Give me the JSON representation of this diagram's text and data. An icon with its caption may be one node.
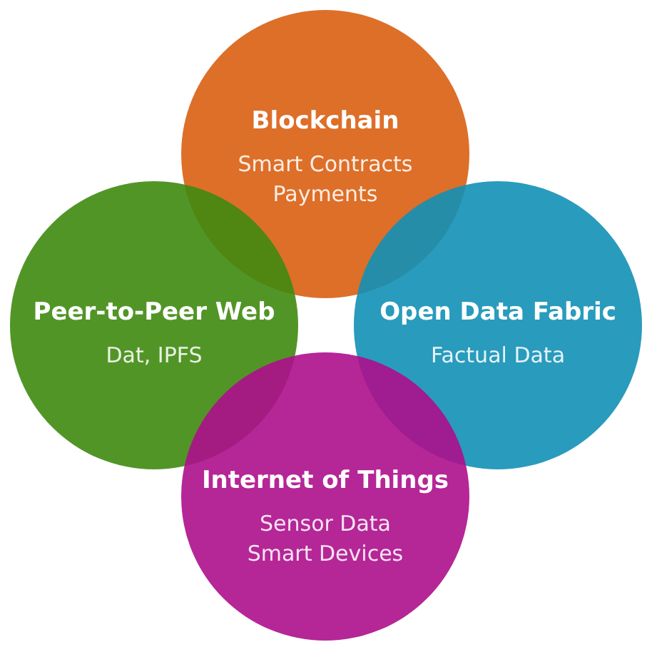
{
  "diagram": {
    "nodes": [
      {
        "text": [
          "Blockchain",
          "Smart Contracts",
          "Payments"
        ]
      },
      {
        "text": [
          "Peer-to-Peer Web",
          "Dat, IPFS"
        ]
      },
      {
        "text": [
          "Open Data Fabric",
          "Factual Data"
        ]
      },
      {
        "text": [
          "Internet of Things",
          "Sensor Data",
          "Smart Devices"
        ]
      }
    ]
  }
}
